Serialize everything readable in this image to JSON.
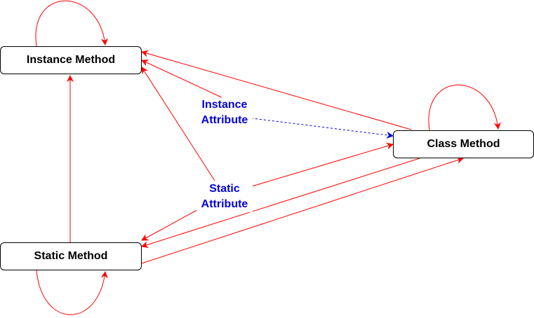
{
  "colors": {
    "call_edge": "#ff0000",
    "access_edge": "#0000dd",
    "node_border": "#000000",
    "attribute_text": "#0000dd"
  },
  "nodes": {
    "instance_method": "Instance Method",
    "class_method": "Class Method",
    "static_method": "Static Method"
  },
  "attributes": {
    "instance": [
      "Instance",
      "Attribute"
    ],
    "static": [
      "Static",
      "Attribute"
    ]
  }
}
